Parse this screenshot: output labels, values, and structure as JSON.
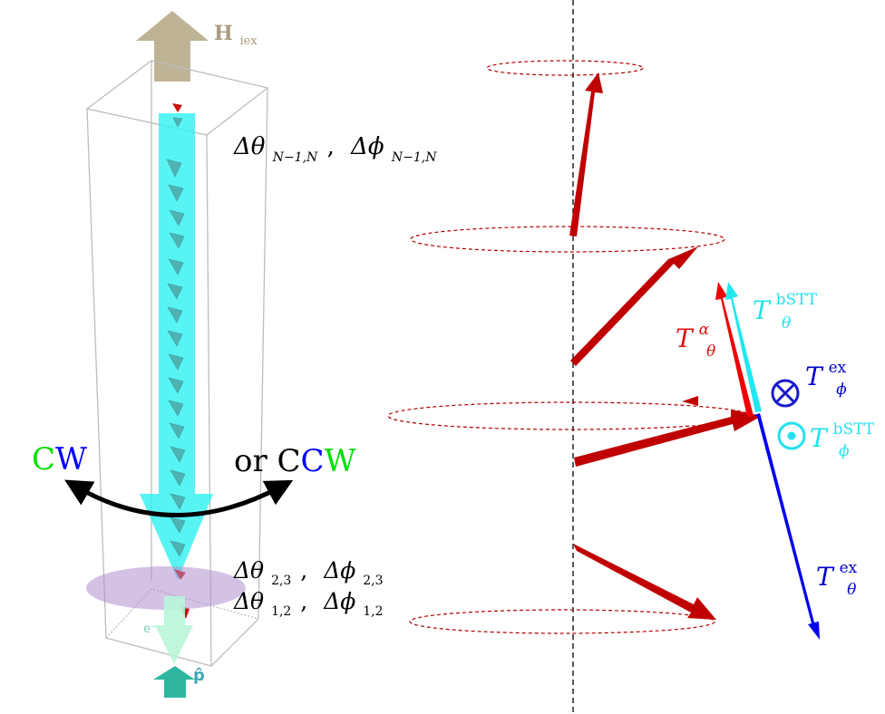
{
  "left_panel": {
    "field_label": {
      "main": "H",
      "sub": "iex"
    },
    "upper_angles": {
      "theta": {
        "sym": "Δθ",
        "sub": "N−1,N"
      },
      "sep": ",",
      "phi": {
        "sym": "Δϕ",
        "sub": "N−1,N"
      }
    },
    "rotation": {
      "cw": [
        {
          "text": "C",
          "color": "#00e000"
        },
        {
          "text": "W",
          "color": "#0000ff"
        }
      ],
      "or_text": "or C",
      "ccw": [
        {
          "text": "C",
          "color": "#0000ff"
        },
        {
          "text": "W",
          "color": "#00e000"
        }
      ]
    },
    "lower_angles_23": {
      "theta": {
        "sym": "Δθ",
        "sub": "2,3"
      },
      "sep": ",",
      "phi": {
        "sym": "Δϕ",
        "sub": "2,3"
      }
    },
    "lower_angles_12": {
      "theta": {
        "sym": "Δθ",
        "sub": "1,2"
      },
      "sep": ",",
      "phi": {
        "sym": "Δϕ",
        "sub": "1,2"
      }
    },
    "electron_label": "e⁻",
    "polarization_label": "p̂",
    "colors": {
      "field_arrow": "#b7ab8a",
      "current_arrow": "#33f2f2",
      "spin_arrow": "#4fb3b3",
      "spin_tip": "#cc1111",
      "disk": "#b08fcf",
      "electron_arrow": "#b8f5d8",
      "polarizer_arrow": "#2fb6a1"
    }
  },
  "right_panel": {
    "torque_labels": {
      "theta_alpha": {
        "base": "T",
        "sub": "θ",
        "sup": "α",
        "color": "#dd1111"
      },
      "theta_bstt": {
        "base": "T",
        "sub": "θ",
        "sup": "bSTT",
        "color": "#22e2ee"
      },
      "phi_ex": {
        "base": "T",
        "sub": "ϕ",
        "sup": "ex",
        "color": "#0000cc"
      },
      "phi_bstt": {
        "base": "T",
        "sub": "ϕ",
        "sup": "bSTT",
        "color": "#22e2ee"
      },
      "theta_ex": {
        "base": "T",
        "sub": "θ",
        "sup": "ex",
        "color": "#0000cc"
      }
    },
    "colors": {
      "spin_arrow": "#c00000",
      "ellipse": "#b00000",
      "axis": "#000000",
      "ex_arrow": "#0000ee",
      "bstt_arrow": "#22e6f0",
      "alpha_arrow": "#ee0000"
    }
  }
}
